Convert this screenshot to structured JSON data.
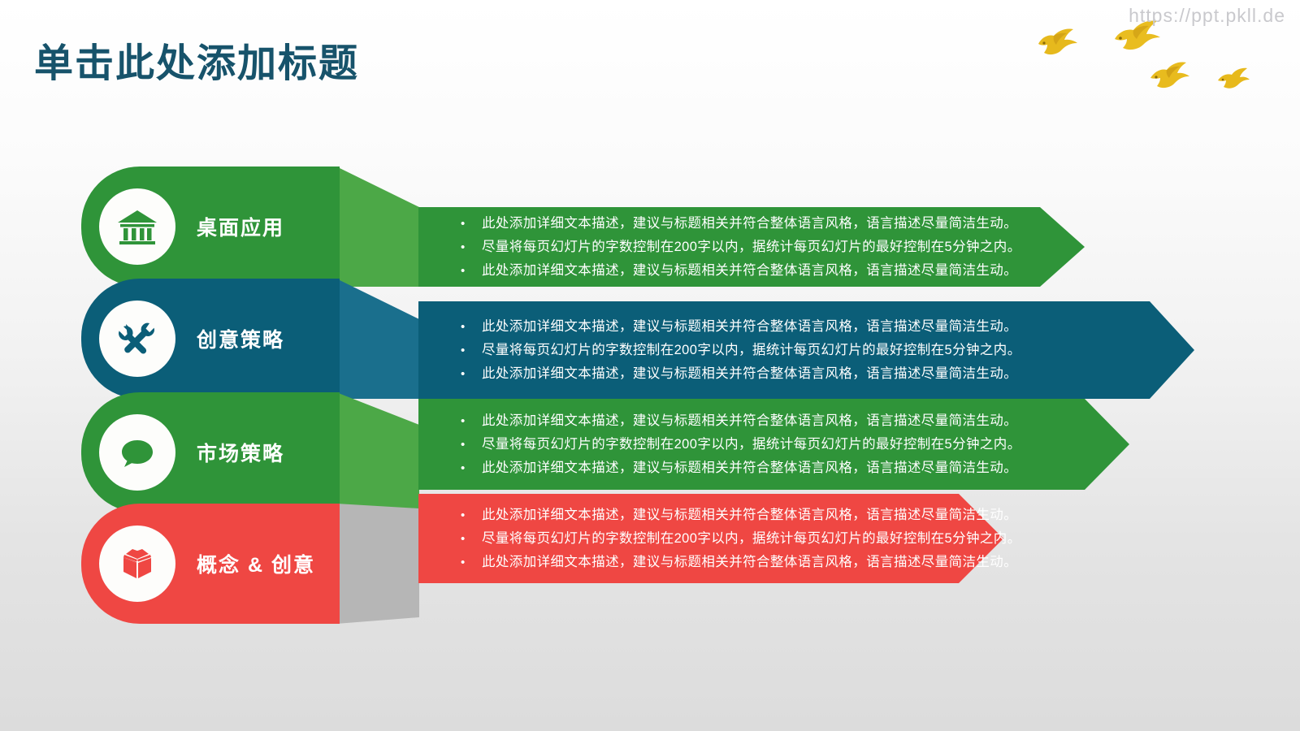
{
  "watermark": "https://ppt.pkll.de",
  "title": "单击此处添加标题",
  "theme": {
    "title_color": "#17536b",
    "background_top": "#ffffff",
    "background_bottom": "#dcdcdc",
    "bird_color": "#e8b91f"
  },
  "decorations": {
    "birds_label": "flying-birds-decoration",
    "bird_count": 4
  },
  "rows": [
    {
      "id": "desktop-application",
      "label": "桌面应用",
      "icon": "bank-building-icon",
      "color": "#2f9439",
      "fold_color": "#4ca847",
      "banner_color": "#2f9439",
      "bullets": [
        "此处添加详细文本描述，建议与标题相关并符合整体语言风格，语言描述尽量简洁生动。",
        "尽量将每页幻灯片的字数控制在200字以内，据统计每页幻灯片的最好控制在5分钟之内。",
        "此处添加详细文本描述，建议与标题相关并符合整体语言风格，语言描述尽量简洁生动。"
      ]
    },
    {
      "id": "creative-strategy",
      "label": "创意策略",
      "icon": "wrench-screwdriver-icon",
      "color": "#0b5e78",
      "fold_color": "#1a6f8d",
      "banner_color": "#0b5e78",
      "bullets": [
        "此处添加详细文本描述，建议与标题相关并符合整体语言风格，语言描述尽量简洁生动。",
        "尽量将每页幻灯片的字数控制在200字以内，据统计每页幻灯片的最好控制在5分钟之内。",
        "此处添加详细文本描述，建议与标题相关并符合整体语言风格，语言描述尽量简洁生动。"
      ]
    },
    {
      "id": "market-strategy",
      "label": "市场策略",
      "icon": "speech-bubble-icon",
      "color": "#2f9439",
      "fold_color": "#4ca847",
      "banner_color": "#2f9439",
      "bullets": [
        "此处添加详细文本描述，建议与标题相关并符合整体语言风格，语言描述尽量简洁生动。",
        "尽量将每页幻灯片的字数控制在200字以内，据统计每页幻灯片的最好控制在5分钟之内。",
        "此处添加详细文本描述，建议与标题相关并符合整体语言风格，语言描述尽量简洁生动。"
      ]
    },
    {
      "id": "concept-and-creativity",
      "label": "概念 & 创意",
      "icon": "open-box-icon",
      "color": "#ef4743",
      "fold_color": "#b6b6b6",
      "banner_color": "#ef4743",
      "bullets": [
        "此处添加详细文本描述，建议与标题相关并符合整体语言风格，语言描述尽量简洁生动。",
        "尽量将每页幻灯片的字数控制在200字以内，据统计每页幻灯片的最好控制在5分钟之内。",
        "此处添加详细文本描述，建议与标题相关并符合整体语言风格，语言描述尽量简洁生动。"
      ]
    }
  ]
}
